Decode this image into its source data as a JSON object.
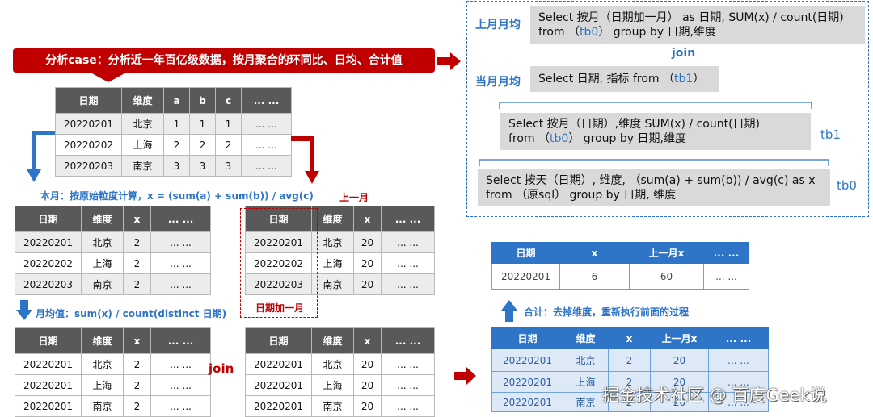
{
  "banner": {
    "text": "分析case：分析近一年百亿级数据，按月聚合的环同比、日均、合计值"
  },
  "source_table": {
    "headers": [
      "日期",
      "维度",
      "a",
      "b",
      "c",
      "... ..."
    ],
    "rows": [
      [
        "20220201",
        "北京",
        "1",
        "1",
        "1",
        "... ..."
      ],
      [
        "20220202",
        "上海",
        "2",
        "2",
        "2",
        "... ..."
      ],
      [
        "20220203",
        "南京",
        "3",
        "3",
        "3",
        "... ..."
      ]
    ]
  },
  "step_current": {
    "text": "本月：按原始粒度计算，x = (sum(a) + sum(b)) / avg(c)"
  },
  "label_prev_month": "上一月",
  "label_date_plus": "日期加一月",
  "label_join": "join",
  "step_monthly_avg": {
    "text": "月均值：sum(x) / count(distinct 日期)"
  },
  "table_current": {
    "headers": [
      "日期",
      "维度",
      "x",
      "... ..."
    ],
    "rows": [
      [
        "20220201",
        "北京",
        "2",
        "... ..."
      ],
      [
        "20220202",
        "上海",
        "2",
        "... ..."
      ],
      [
        "20220203",
        "南京",
        "2",
        "... ..."
      ]
    ]
  },
  "table_prev": {
    "headers": [
      "日期",
      "维度",
      "x",
      "... ..."
    ],
    "rows": [
      [
        "20220201",
        "北京",
        "20",
        "... ..."
      ],
      [
        "20220202",
        "上海",
        "20",
        "... ..."
      ],
      [
        "20220203",
        "南京",
        "20",
        "... ..."
      ]
    ]
  },
  "table_avg_left": {
    "headers": [
      "日期",
      "维度",
      "x",
      "... ..."
    ],
    "rows": [
      [
        "20220201",
        "北京",
        "2",
        "... ..."
      ],
      [
        "20220201",
        "上海",
        "2",
        "... ..."
      ],
      [
        "20220201",
        "南京",
        "2",
        "... ..."
      ]
    ]
  },
  "table_avg_right": {
    "headers": [
      "日期",
      "维度",
      "x",
      "... ..."
    ],
    "rows": [
      [
        "20220201",
        "北京",
        "20",
        "... ..."
      ],
      [
        "20220201",
        "上海",
        "20",
        "... ..."
      ],
      [
        "20220201",
        "南京",
        "20",
        "... ..."
      ]
    ]
  },
  "sql": {
    "last_month_label": "上月月均",
    "last_month_line1": "Select 按月（日期加一月） as 日期, SUM(x) / count(日期)",
    "last_month_line2a": "from （",
    "last_month_line2b": "tb0",
    "last_month_line2c": "） group by 日期,维度",
    "join": "join",
    "this_month_label": "当月月均",
    "this_month_a": "Select 日期, 指标 from （",
    "this_month_b": "tb1",
    "this_month_c": "）",
    "tb1_line1": "Select 按月（日期）,维度 SUM(x) / count(日期)",
    "tb1_line2a": "from （",
    "tb1_line2b": "tb0",
    "tb1_line2c": "） group by 日期,维度",
    "tb1_tag": "tb1",
    "tb0_line1": "Select 按天（日期）, 维度, （sum(a) + sum(b)) / avg(c) as x",
    "tb0_line2": "from （原sql） group by 日期, 维度",
    "tb0_tag": "tb0"
  },
  "result_table": {
    "headers": [
      "日期",
      "x",
      "上一月x",
      "... ..."
    ],
    "rows": [
      [
        "20220201",
        "6",
        "60",
        "... ..."
      ]
    ]
  },
  "step_total": {
    "text": "合计：去掉维度，重新执行前面的过程"
  },
  "blue_table": {
    "headers": [
      "日期",
      "维度",
      "x",
      "上一月x",
      "... ..."
    ],
    "rows": [
      [
        "20220201",
        "北京",
        "2",
        "20",
        "... ..."
      ],
      [
        "20220201",
        "上海",
        "2",
        "20",
        "... ..."
      ],
      [
        "20220201",
        "南京",
        "2",
        "20",
        "... ..."
      ]
    ]
  },
  "watermark": "掘金技术社区 @ 百度Geek说",
  "colors": {
    "red": "#c00000",
    "blue": "#2e75c8",
    "gray_header": "#595959"
  }
}
